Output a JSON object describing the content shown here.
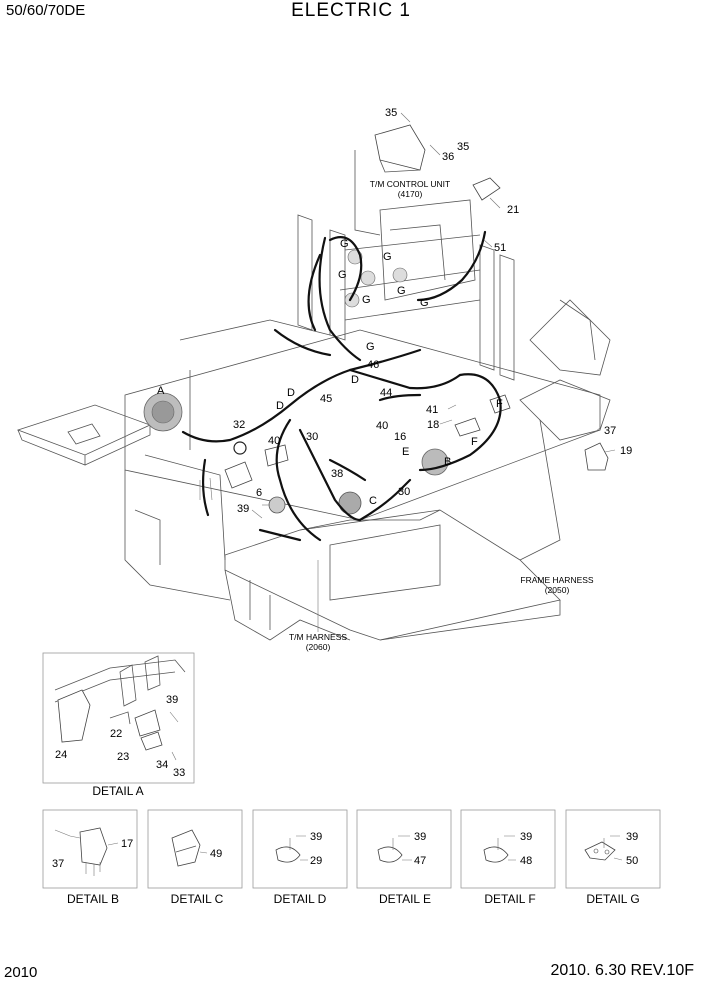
{
  "header": {
    "model": "50/60/70DE",
    "title": "ELECTRIC 1"
  },
  "footer": {
    "page": "2010",
    "revision": "2010. 6.30  REV.10F"
  },
  "assembly_labels": {
    "tm_control_unit": "T/M CONTROL UNIT",
    "tm_control_unit_no": "(4170)",
    "frame_harness": "FRAME HARNESS",
    "frame_harness_no": "(2050)",
    "tm_harness": "T/M HARNESS",
    "tm_harness_no": "(2060)"
  },
  "callouts": {
    "c35a": "35",
    "c36": "36",
    "c35b": "35",
    "c21": "21",
    "c51": "51",
    "g1": "G",
    "g2": "G",
    "g3": "G",
    "g4": "G",
    "g5": "G",
    "g6": "G",
    "g7": "G",
    "c46": "46",
    "d1": "D",
    "d2": "D",
    "d3": "D",
    "c44": "44",
    "c45": "45",
    "a": "A",
    "c32": "32",
    "c40a": "40",
    "c30a": "30",
    "c40b": "40",
    "c16": "16",
    "c41": "41",
    "f1": "F",
    "c18": "18",
    "f2": "F",
    "e": "E",
    "b": "B",
    "c38": "38",
    "c30b": "30",
    "c6": "6",
    "c39": "39",
    "c": "C",
    "c37": "37",
    "c19": "19"
  },
  "details": [
    {
      "title": "DETAIL A",
      "parts": [
        "39",
        "22",
        "23",
        "24",
        "34",
        "33"
      ]
    },
    {
      "title": "DETAIL B",
      "parts": [
        "17",
        "37"
      ]
    },
    {
      "title": "DETAIL C",
      "parts": [
        "49"
      ]
    },
    {
      "title": "DETAIL D",
      "parts": [
        "39",
        "29"
      ]
    },
    {
      "title": "DETAIL E",
      "parts": [
        "39",
        "47"
      ]
    },
    {
      "title": "DETAIL F",
      "parts": [
        "39",
        "48"
      ]
    },
    {
      "title": "DETAIL G",
      "parts": [
        "39",
        "50"
      ]
    }
  ]
}
